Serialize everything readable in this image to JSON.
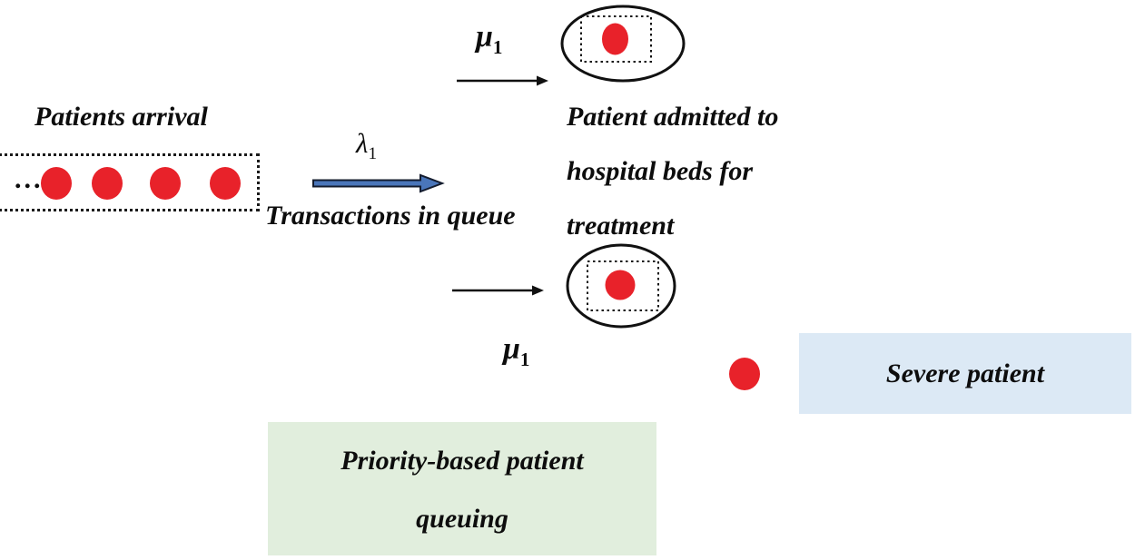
{
  "diagram": {
    "arrival": {
      "title": "Patients arrival",
      "ellipsis": "...",
      "patient_count": 4
    },
    "queue_transition": {
      "rate_symbol": "λ",
      "rate_subscript": "1",
      "caption": "Transactions in queue"
    },
    "service": {
      "rate_symbol": "μ",
      "rate_subscript": "1",
      "admitted_caption_lines": {
        "0": "Patient admitted to",
        "1": "hospital beds for",
        "2": "treatment"
      }
    },
    "severe": {
      "label": "Severe patient"
    },
    "priority": {
      "line1": "Priority-based patient",
      "line2": "queuing"
    },
    "colors": {
      "patient_red": "#e8222a",
      "flow_arrow_fill": "#4a76ba",
      "flow_arrow_stroke": "#141c2e",
      "severe_box_bg": "#dce9f5",
      "priority_box_bg": "#e1eedd",
      "ink": "#0d0d0d"
    }
  }
}
